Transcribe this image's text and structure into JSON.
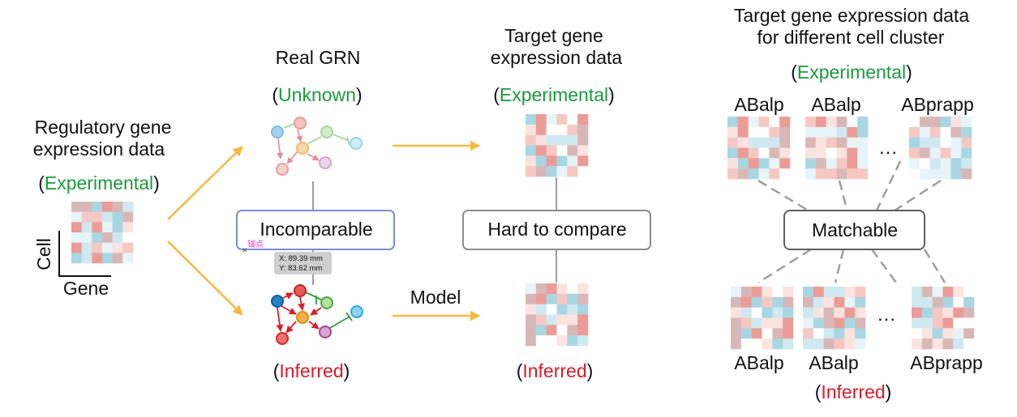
{
  "col1": {
    "title_line1": "Regulatory gene",
    "title_line2": "expression data",
    "status_open": "(",
    "status_word": "Experimental",
    "status_close": ")",
    "axis_y": "Cell",
    "axis_x": "Gene"
  },
  "col2": {
    "title": "Real GRN",
    "status_top_open": "(",
    "status_top_word": "Unknown",
    "status_top_close": ")",
    "box_label": "Incomparable",
    "status_bottom_open": "(",
    "status_bottom_word": "Inferred",
    "status_bottom_close": ")",
    "anchor_label": "锚点",
    "tooltip_x": "X: 89.39 mm",
    "tooltip_y": "Y: 83.62 mm"
  },
  "col3": {
    "title_line1": "Target gene",
    "title_line2": "expression data",
    "status_top_open": "(",
    "status_top_word": "Experimental",
    "status_top_close": ")",
    "box_label": "Hard to compare",
    "arrow_label": "Model",
    "status_bottom_open": "(",
    "status_bottom_word": "Inferred",
    "status_bottom_close": ")"
  },
  "col4": {
    "title_line1": "Target gene expression data",
    "title_line2": "for different cell cluster",
    "status_top_open": "(",
    "status_top_word": "Experimental",
    "status_top_close": ")",
    "top_labels": [
      "ABalp",
      "ABalp",
      "ABprapp"
    ],
    "ellipsis": "···",
    "box_label": "Matchable",
    "bottom_labels": [
      "ABalp",
      "ABalp",
      "ABprapp"
    ],
    "status_bottom_open": "(",
    "status_bottom_word": "Inferred",
    "status_bottom_close": ")"
  },
  "colors": {
    "arrow": "#f5b940",
    "experimental": "#1a9a3c",
    "inferred": "#d91a2a",
    "incomparable_border": "#7b8fd0",
    "box_border": "#8c8c8c",
    "connector": "#9e9e9e",
    "heat_blue": "#a9d6e3",
    "heat_red": "#ec9c96"
  }
}
